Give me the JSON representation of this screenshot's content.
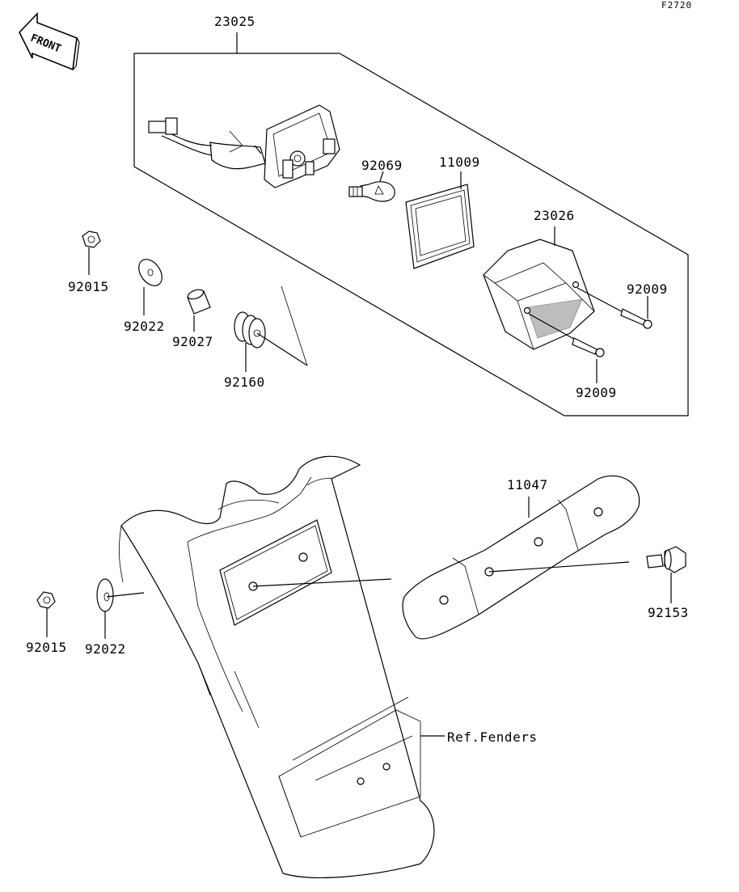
{
  "diagram_code": "F2720",
  "front_marker": "FRONT",
  "parts": [
    {
      "number": "23025"
    },
    {
      "number": "92069"
    },
    {
      "number": "11009"
    },
    {
      "number": "23026"
    },
    {
      "number": "92009"
    },
    {
      "number": "92009"
    },
    {
      "number": "92015"
    },
    {
      "number": "92022"
    },
    {
      "number": "92027"
    },
    {
      "number": "92160"
    },
    {
      "number": "11047"
    },
    {
      "number": "92153"
    },
    {
      "number": "92015"
    },
    {
      "number": "92022"
    }
  ],
  "reference": "Ref.Fenders"
}
